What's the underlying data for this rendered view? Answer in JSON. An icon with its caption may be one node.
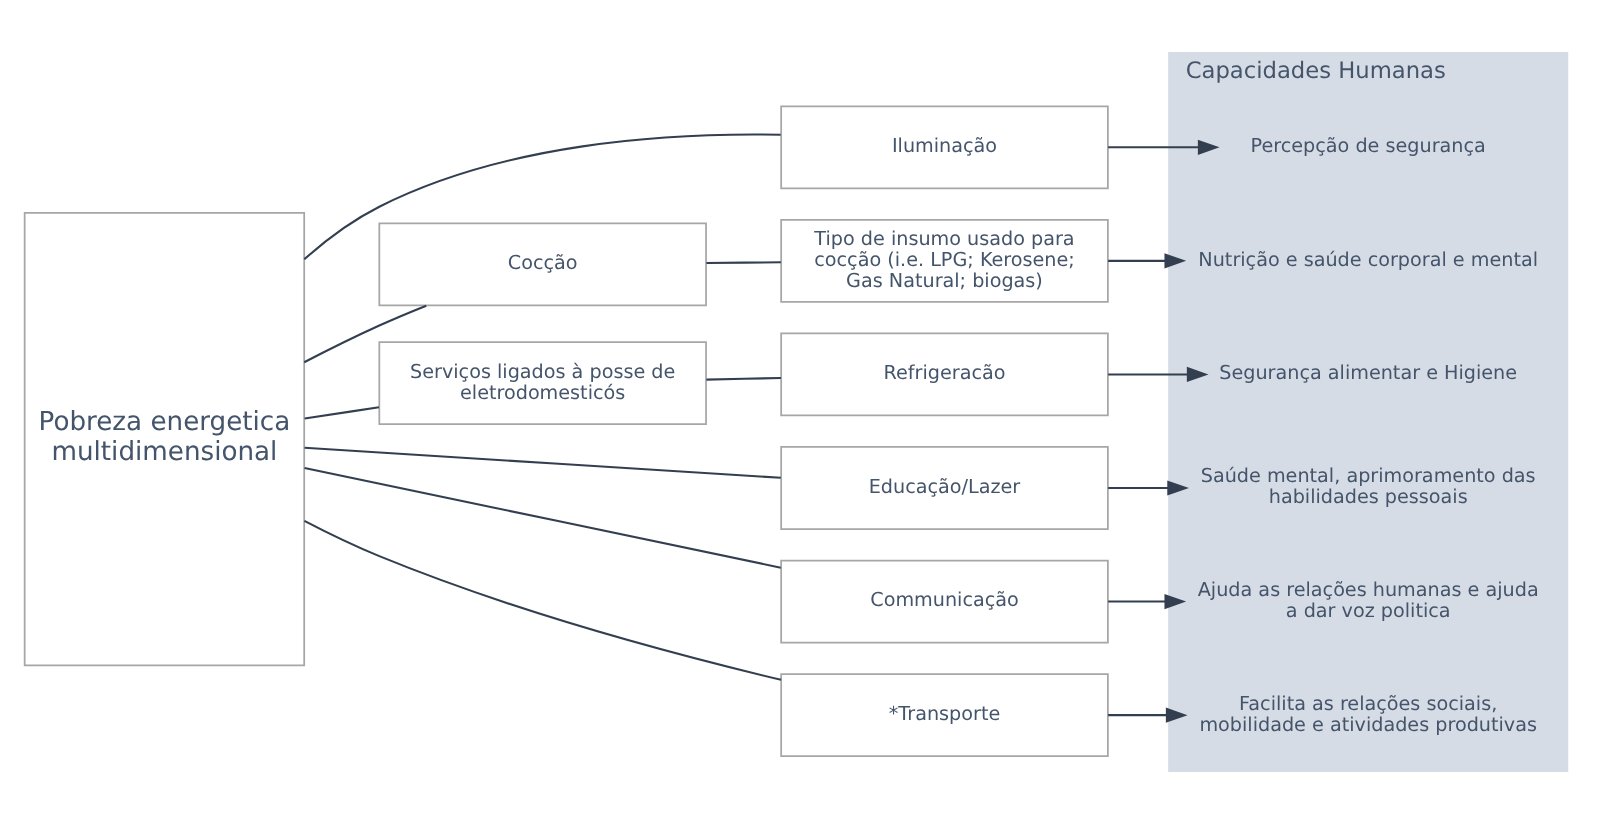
{
  "diagram": {
    "nodes": [
      {
        "text": [
          "Pobreza energetica multidimensional"
        ]
      },
      {
        "text": [
          "Iluminação"
        ]
      },
      {
        "text": [
          "Cocção"
        ]
      },
      {
        "text": [
          "Tipo de insumo usado para cocção (i.e. LPG; Kerosene; Gas Natural; biogas)"
        ]
      },
      {
        "text": [
          "Serviços ligados à posse de eletrodomesticós"
        ]
      },
      {
        "text": [
          "Refrigeracão"
        ]
      },
      {
        "text": [
          "Educação/Lazer"
        ]
      },
      {
        "text": [
          "Communicação"
        ]
      },
      {
        "text": [
          "*Transporte"
        ]
      },
      {
        "text": [
          "Capacidades Humanas"
        ]
      },
      {
        "text": [
          "Percepção de segurança"
        ],
        "in": 9
      },
      {
        "text": [
          "Nutrição e saúde corporal e mental"
        ],
        "in": 9
      },
      {
        "text": [
          "Segurança alimentar e Higiene"
        ],
        "in": 9
      },
      {
        "text": [
          "Saúde mental, aprimoramento das habilidades pessoais"
        ],
        "in": 9
      },
      {
        "text": [
          "Ajuda as relações humanas e ajuda a dar voz politica"
        ],
        "in": 9
      },
      {
        "text": [
          "Facilita as relações sociais, mobilidade e atividades produtivas"
        ],
        "in": 9
      }
    ],
    "edges": [
      {
        "from": 0,
        "to": 1,
        "arrow": "none"
      },
      {
        "from": 0,
        "to": 2,
        "arrow": "none"
      },
      {
        "from": 0,
        "to": 4,
        "arrow": "none"
      },
      {
        "from": 0,
        "to": 6,
        "arrow": "none"
      },
      {
        "from": 0,
        "to": 7,
        "arrow": "none"
      },
      {
        "from": 0,
        "to": 8,
        "arrow": "none"
      },
      {
        "from": 2,
        "to": 3,
        "arrow": "none"
      },
      {
        "from": 4,
        "to": 5,
        "arrow": "none"
      },
      {
        "from": 1,
        "to": 10,
        "arrow": "to"
      },
      {
        "from": 3,
        "to": 11,
        "arrow": "to"
      },
      {
        "from": 5,
        "to": 12,
        "arrow": "to"
      },
      {
        "from": 6,
        "to": 13,
        "arrow": "to"
      },
      {
        "from": 7,
        "to": 14,
        "arrow": "to"
      },
      {
        "from": 8,
        "to": 15,
        "arrow": "to"
      }
    ]
  }
}
